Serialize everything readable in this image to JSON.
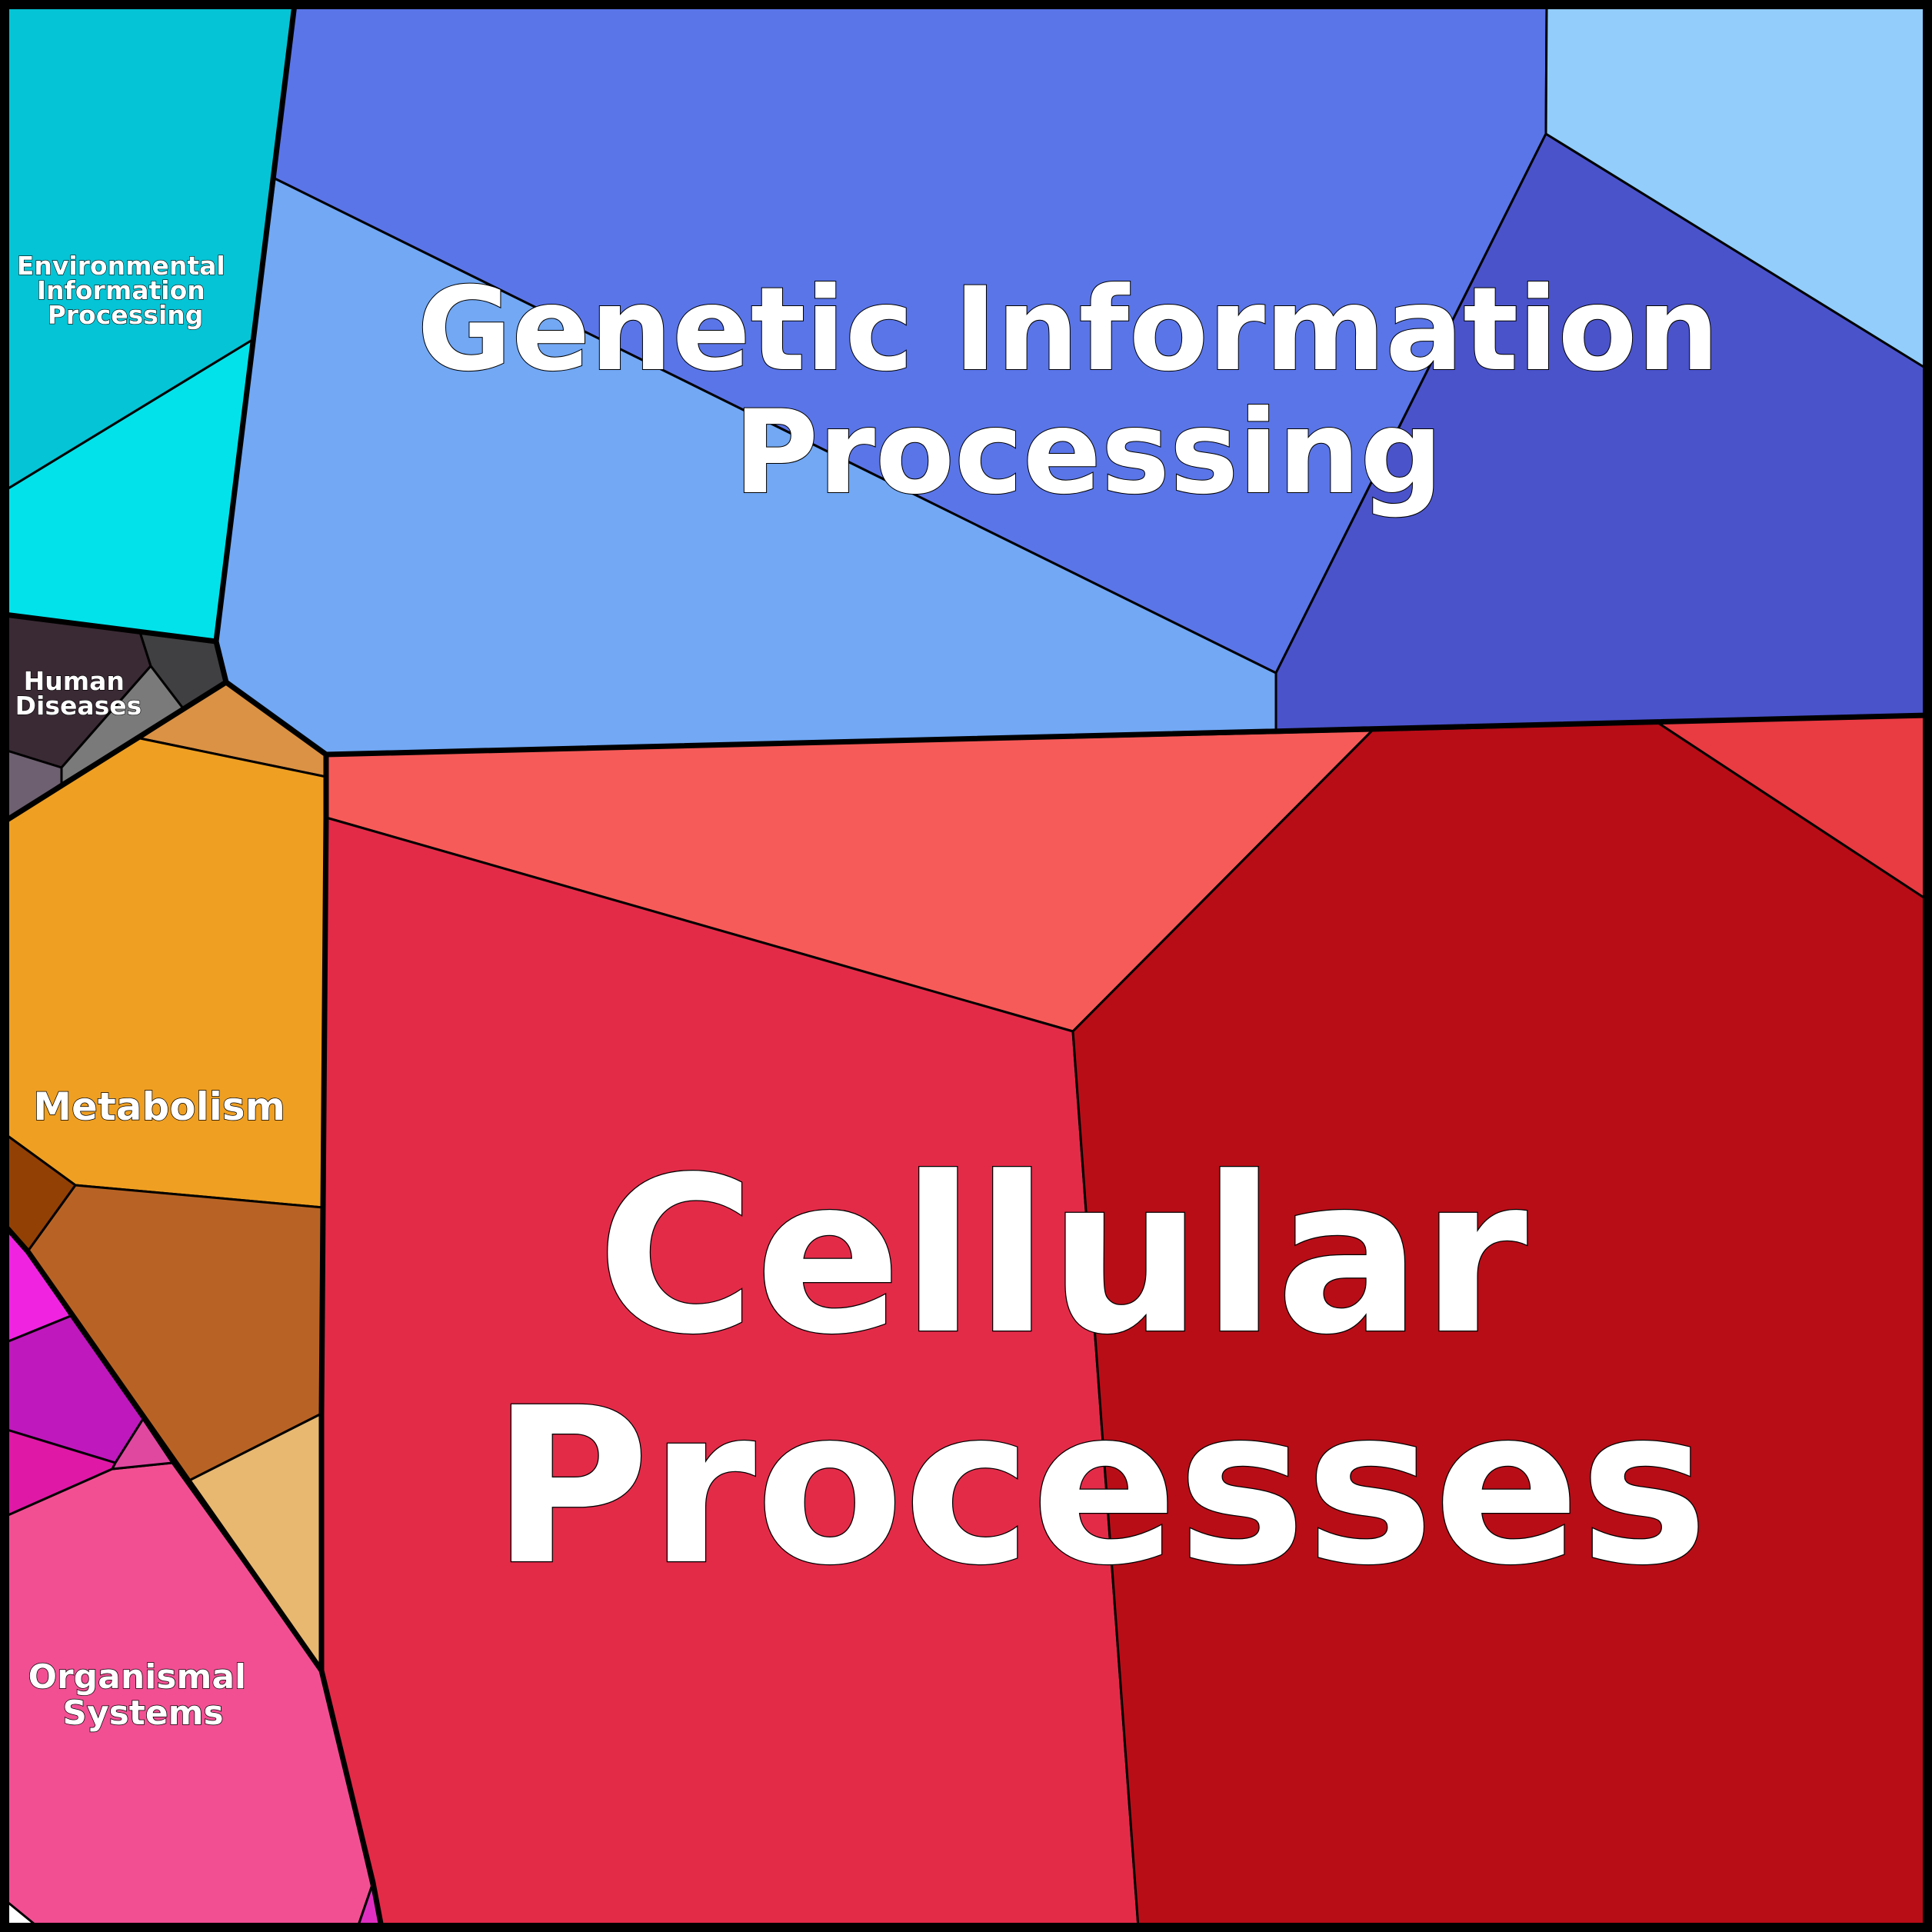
{
  "diagram": {
    "type": "voronoi-treemap",
    "groups": [
      {
        "id": "cellular",
        "label_lines": [
          "Cellular",
          "Processes"
        ],
        "color": "#E32B48"
      },
      {
        "id": "genetic",
        "label_lines": [
          "Genetic Information",
          "Processing"
        ],
        "color": "#5A75E8"
      },
      {
        "id": "environmental",
        "label_lines": [
          "Environmental",
          "Information",
          "Processing"
        ],
        "color": "#05C4D5"
      },
      {
        "id": "human",
        "label_lines": [
          "Human",
          "Diseases"
        ],
        "color": "#3A2A34"
      },
      {
        "id": "metabolism",
        "label_lines": [
          "Metabolism"
        ],
        "color": "#EF9F22"
      },
      {
        "id": "organismal",
        "label_lines": [
          "Organismal",
          "Systems"
        ],
        "color": "#F24F93"
      }
    ]
  }
}
